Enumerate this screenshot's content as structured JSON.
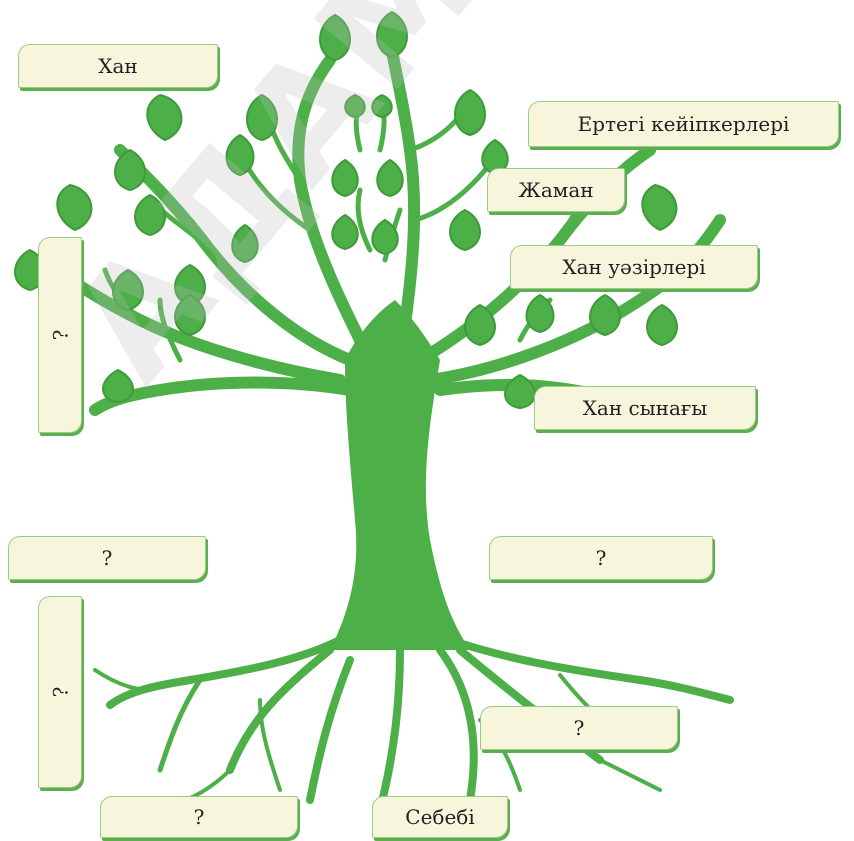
{
  "watermark": "АДАМ-ПЕДАГОГ",
  "colors": {
    "tree": "#4caf48",
    "tree_stroke": "#3e9a3a",
    "label_bg": "#f7f6dc",
    "label_shadow": "#5cae50"
  },
  "labels": {
    "khan": "Хан",
    "ertegi": "Ертегі кейіпкерлері",
    "zhaman": "Жаман",
    "khan_uazirleri": "Хан уәзірлері",
    "khan_synagy": "Хан сынағы",
    "left_q_upper": "?",
    "left_q_middle": "?",
    "right_q_middle": "?",
    "left_q_lower": "?",
    "right_q_lower": "?",
    "bottom_q": "?",
    "sebebi": "Себебі"
  }
}
